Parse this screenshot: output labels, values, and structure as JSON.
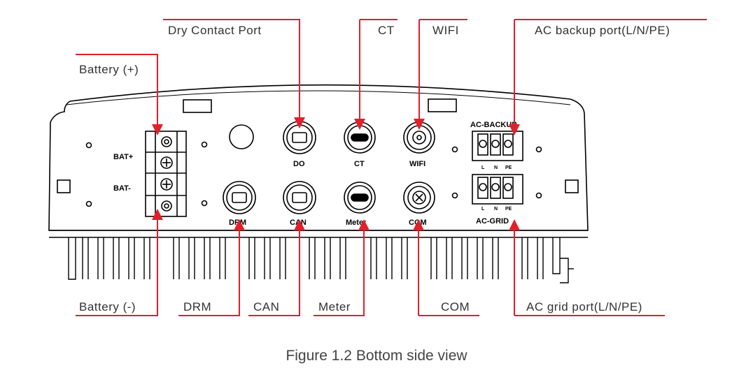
{
  "callouts": {
    "dry_contact": "Dry Contact Port",
    "ct": "CT",
    "wifi": "WIFI",
    "ac_backup": "AC backup port(L/N/PE)",
    "battery_pos": "Battery (+)",
    "battery_neg": "Battery (-)",
    "drm": "DRM",
    "can": "CAN",
    "meter": "Meter",
    "com": "COM",
    "ac_grid": "AC grid port(L/N/PE)"
  },
  "device_labels": {
    "bat_pos": "BAT+",
    "bat_neg": "BAT-",
    "do": "DO",
    "ct": "CT",
    "wifi": "WIFI",
    "drm": "DRM",
    "can": "CAN",
    "meter": "Meter",
    "com": "COM",
    "ac_backup": "AC-BACKUP",
    "ac_grid": "AC-GRID",
    "l": "L",
    "n": "N",
    "pe": "PE"
  },
  "caption": "Figure 1.2 Bottom side view",
  "colors": {
    "callout_line": "#e0202a",
    "device_line": "#000000"
  }
}
